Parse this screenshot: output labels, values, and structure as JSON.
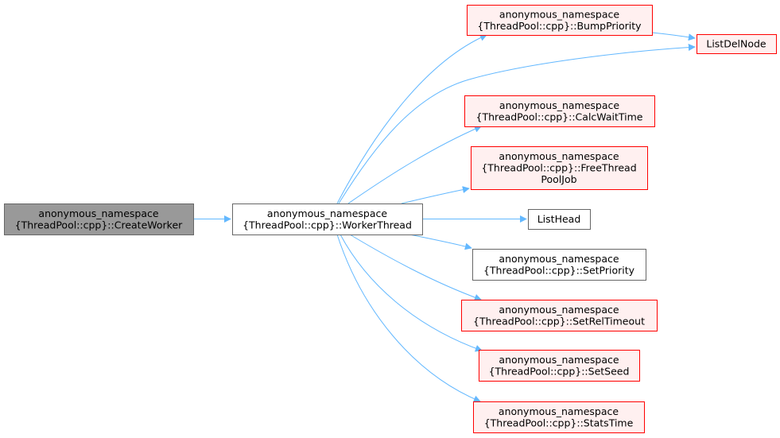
{
  "nodes": {
    "create_worker": {
      "lines": [
        "anonymous_namespace",
        "{ThreadPool::cpp}::CreateWorker"
      ],
      "style": "root"
    },
    "worker_thread": {
      "lines": [
        "anonymous_namespace",
        "{ThreadPool::cpp}::WorkerThread"
      ],
      "style": "plain"
    },
    "bump_priority": {
      "lines": [
        "anonymous_namespace",
        "{ThreadPool::cpp}::BumpPriority"
      ],
      "style": "red"
    },
    "list_del_node": {
      "lines": [
        "ListDelNode"
      ],
      "style": "red"
    },
    "calc_wait_time": {
      "lines": [
        "anonymous_namespace",
        "{ThreadPool::cpp}::CalcWaitTime"
      ],
      "style": "red"
    },
    "free_thread_pool_job": {
      "lines": [
        "anonymous_namespace",
        "{ThreadPool::cpp}::FreeThread",
        "PoolJob"
      ],
      "style": "red"
    },
    "list_head": {
      "lines": [
        "ListHead"
      ],
      "style": "plain"
    },
    "set_priority": {
      "lines": [
        "anonymous_namespace",
        "{ThreadPool::cpp}::SetPriority"
      ],
      "style": "plain"
    },
    "set_rel_timeout": {
      "lines": [
        "anonymous_namespace",
        "{ThreadPool::cpp}::SetRelTimeout"
      ],
      "style": "red"
    },
    "set_seed": {
      "lines": [
        "anonymous_namespace",
        "{ThreadPool::cpp}::SetSeed"
      ],
      "style": "red"
    },
    "stats_time": {
      "lines": [
        "anonymous_namespace",
        "{ThreadPool::cpp}::StatsTime"
      ],
      "style": "red"
    }
  },
  "edges": [
    [
      "create_worker",
      "worker_thread"
    ],
    [
      "worker_thread",
      "bump_priority"
    ],
    [
      "worker_thread",
      "list_del_node"
    ],
    [
      "bump_priority",
      "list_del_node"
    ],
    [
      "worker_thread",
      "calc_wait_time"
    ],
    [
      "worker_thread",
      "free_thread_pool_job"
    ],
    [
      "worker_thread",
      "list_head"
    ],
    [
      "worker_thread",
      "set_priority"
    ],
    [
      "worker_thread",
      "set_rel_timeout"
    ],
    [
      "worker_thread",
      "set_seed"
    ],
    [
      "worker_thread",
      "stats_time"
    ]
  ],
  "colors": {
    "edge": "#63b8ff",
    "root_fill": "#999999",
    "root_stroke": "#666666",
    "plain_fill": "#ffffff",
    "plain_stroke": "#666666",
    "red_fill": "#fff0f0",
    "red_stroke": "#ff0000"
  }
}
